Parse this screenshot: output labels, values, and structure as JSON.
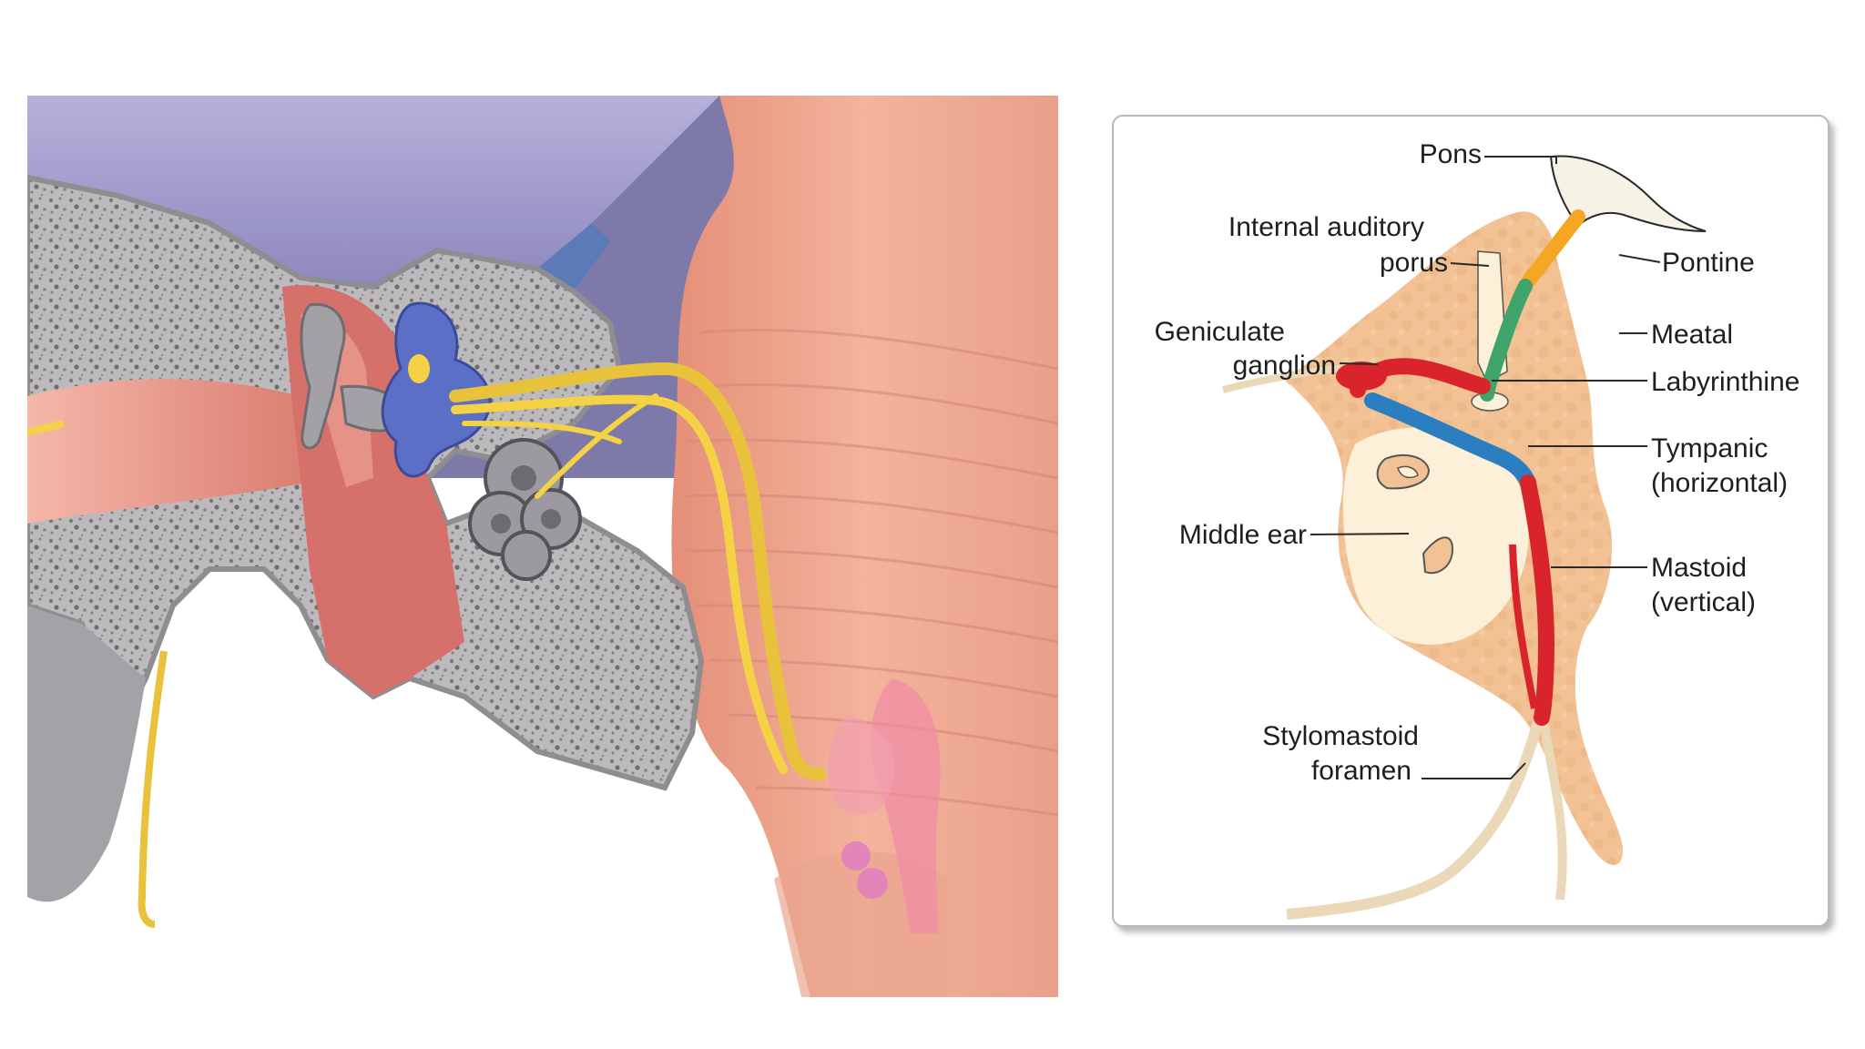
{
  "colors": {
    "bone": "#b9b7b9",
    "bone_edge": "#8f8d90",
    "nerve": "#f5d245",
    "brainstem": "#eea58c",
    "membrane": "#a9a3cf",
    "vein": "#6f8fc4",
    "diagram_bone": "#f2c295",
    "diagram_cavity": "#fcf1d8",
    "segment_pontine": "#f5a623",
    "segment_meatal": "#3fa46a",
    "segment_labyrinthine": "#d9242b",
    "segment_tympanic": "#2b7fc0",
    "segment_mastoid": "#d9242b",
    "nerve_beige": "#ead8b8"
  },
  "diagram": {
    "labels": {
      "pons": "Pons",
      "internal_auditory_porus_line1": "Internal auditory",
      "internal_auditory_porus_line2": "porus",
      "geniculate_ganglion_line1": "Geniculate",
      "geniculate_ganglion_line2": "ganglion",
      "middle_ear": "Middle ear",
      "stylomastoid_foramen_line1": "Stylomastoid",
      "stylomastoid_foramen_line2": "foramen",
      "pontine": "Pontine",
      "meatal": "Meatal",
      "labyrinthine": "Labyrinthine",
      "tympanic_line1": "Tympanic",
      "tympanic_line2": "(horizontal)",
      "mastoid_line1": "Mastoid",
      "mastoid_line2": "(vertical)"
    }
  }
}
